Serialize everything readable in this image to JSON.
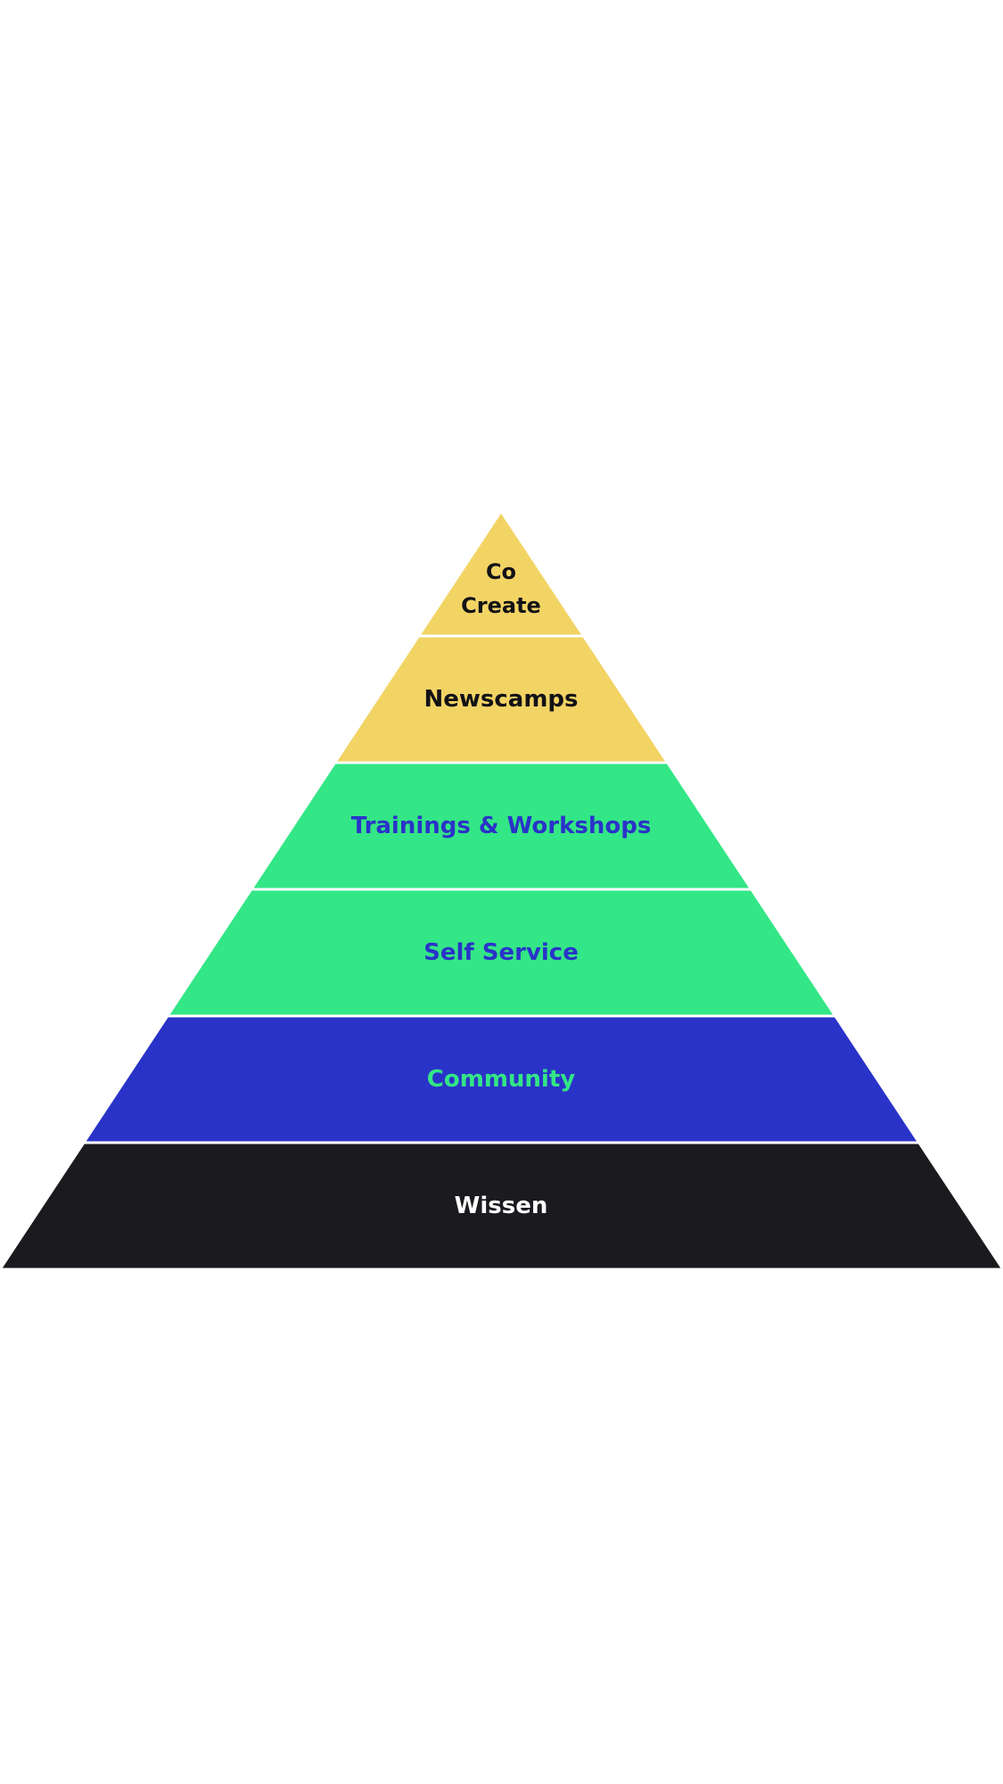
{
  "pyramid": {
    "tiers": [
      {
        "lines": [
          "Co",
          "Create"
        ],
        "fill": "#f2d465",
        "text_color": "#121216"
      },
      {
        "lines": [
          "Newscamps"
        ],
        "fill": "#f2d465",
        "text_color": "#121216"
      },
      {
        "lines": [
          "Trainings & Workshops"
        ],
        "fill": "#33e686",
        "text_color": "#2a33c8"
      },
      {
        "lines": [
          "Self Service"
        ],
        "fill": "#33e686",
        "text_color": "#2a33c8"
      },
      {
        "lines": [
          "Community"
        ],
        "fill": "#2a33c8",
        "text_color": "#33e686"
      },
      {
        "lines": [
          "Wissen"
        ],
        "fill": "#1b1b1f",
        "text_color": "#ffffff"
      }
    ]
  }
}
